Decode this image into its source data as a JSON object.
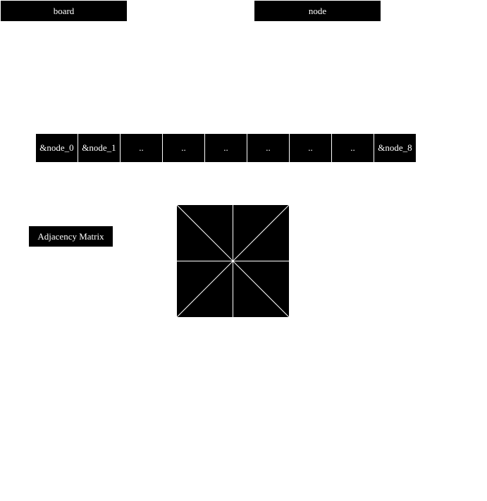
{
  "boxes": {
    "board": "board",
    "node": "node",
    "matrix_label": "Adjacency Matrix"
  },
  "array": {
    "cells": [
      "&node_0",
      "&node_1",
      "..",
      "..",
      "..",
      "..",
      "..",
      "..",
      "&node_8"
    ]
  },
  "colors": {
    "fill": "#000000",
    "text": "#ffffff",
    "lines": "#ffffff"
  }
}
